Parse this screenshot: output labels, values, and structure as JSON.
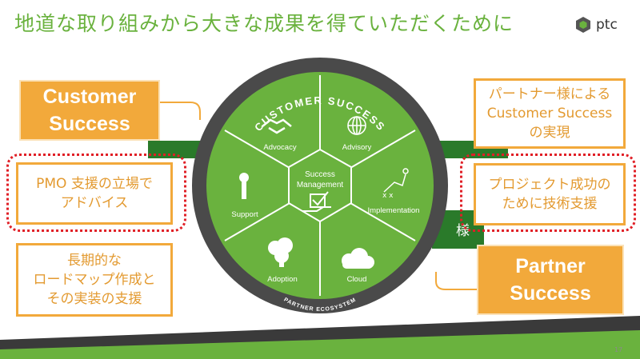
{
  "title": "地道な取り組みから大きな成果を得ていただくために",
  "logo": {
    "text": "ptc"
  },
  "left_boxes": {
    "customer_success": [
      "Customer",
      "Success"
    ],
    "pmo": [
      "PMO 支援の立場で",
      "アドバイス"
    ],
    "roadmap": [
      "長期的な",
      "ロードマップ作成と",
      "その実装の支援"
    ]
  },
  "right_boxes": {
    "partner_realization": [
      "パートナー様による",
      "Customer Success",
      "の実現"
    ],
    "project": [
      "プロジェクト成功の",
      "ために技術支援"
    ],
    "partner_success": [
      "Partner",
      "Success"
    ]
  },
  "band_fragment": "様",
  "wheel": {
    "ring_top": "CUSTOMER SUCCESS",
    "ring_bottom": "PARTNER ECOSYSTEM",
    "center": [
      "Success",
      "Management"
    ],
    "segments": {
      "advocacy": "Advocacy",
      "advisory": "Advisory",
      "implementation": "Implementation",
      "cloud": "Cloud",
      "adoption": "Adoption",
      "support": "Support"
    }
  },
  "slide_number": "17",
  "colors": {
    "green": "#6ab23e",
    "orange": "#f2a93b",
    "ring": "#4a4a4a",
    "red_dots": "#e01f26"
  }
}
